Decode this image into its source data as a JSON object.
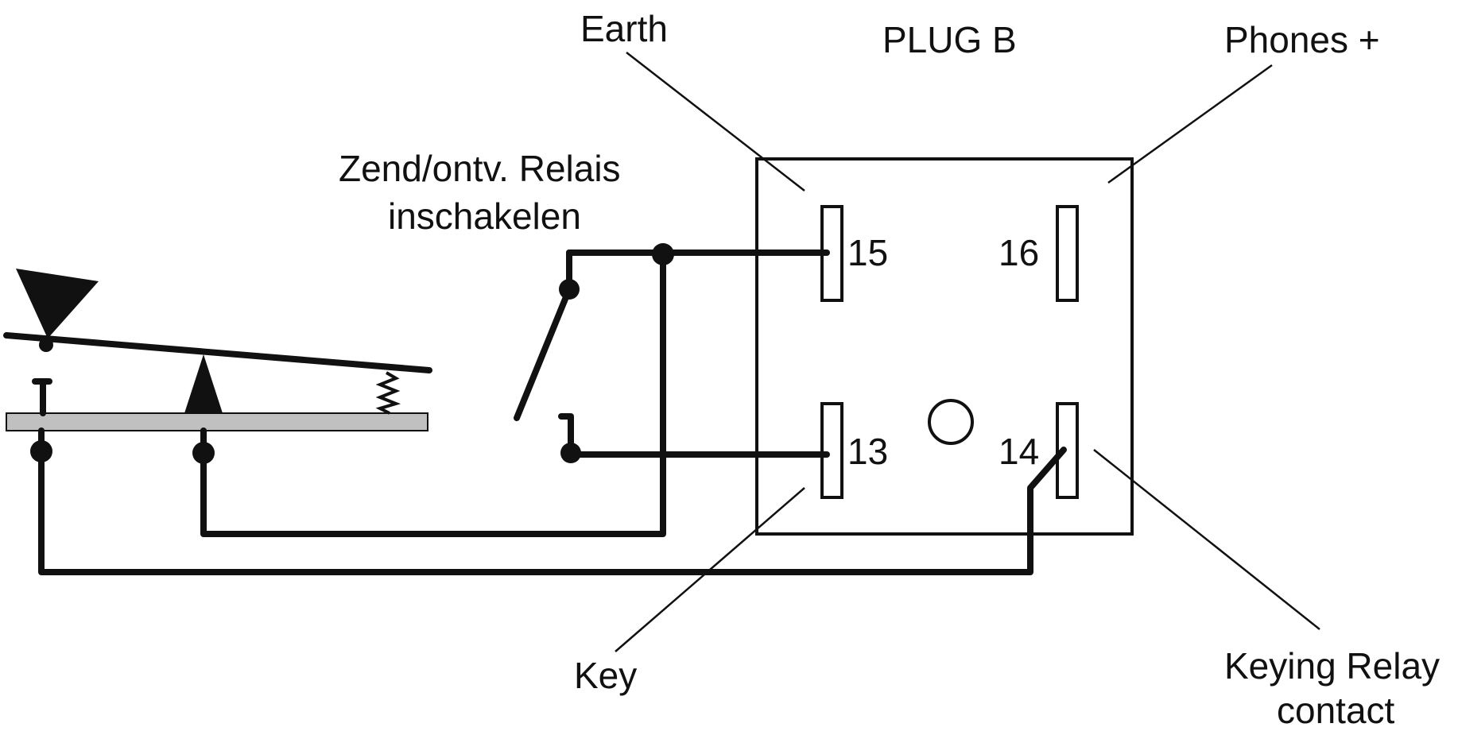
{
  "diagram": {
    "title": "PLUG B",
    "labels": {
      "earth": "Earth",
      "phones_plus": "Phones +",
      "relay_note_line1": "Zend/ontv. Relais",
      "relay_note_line2": "inschakelen",
      "key": "Key",
      "keying_relay_line1": "Keying Relay",
      "keying_relay_line2": "contact"
    },
    "pins": [
      {
        "number": "15"
      },
      {
        "number": "16"
      },
      {
        "number": "13"
      },
      {
        "number": "14"
      }
    ],
    "colors": {
      "line": "#111111",
      "key_base": "#c0c0c0",
      "background": "#ffffff"
    }
  }
}
